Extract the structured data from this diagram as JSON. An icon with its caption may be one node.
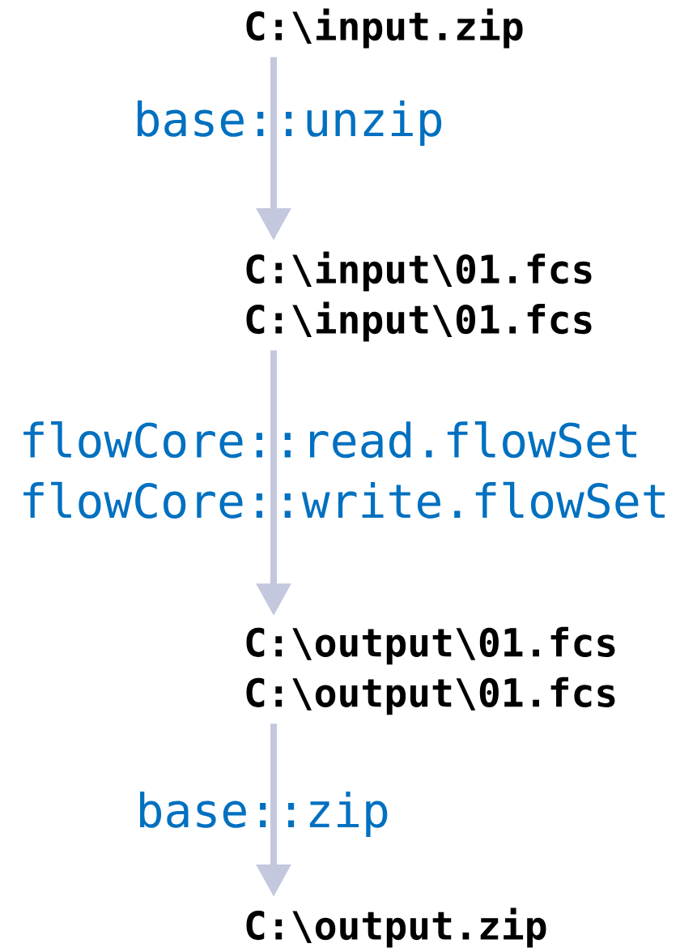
{
  "diagram": {
    "nodes": [
      {
        "text": [
          "C:\\input.zip"
        ]
      },
      {
        "text": [
          "C:\\input\\01.fcs",
          "C:\\input\\01.fcs"
        ]
      },
      {
        "text": [
          "C:\\output\\01.fcs",
          "C:\\output\\01.fcs"
        ]
      },
      {
        "text": [
          "C:\\output.zip"
        ]
      }
    ],
    "edges": [
      {
        "from": 0,
        "to": 1,
        "arrow": "to",
        "label": "base::unzip"
      },
      {
        "from": 1,
        "to": 2,
        "arrow": "to",
        "label": "flowCore::read.flowSet flowCore::write.flowSet"
      },
      {
        "from": 2,
        "to": 3,
        "arrow": "to",
        "label": "base::zip"
      }
    ]
  }
}
